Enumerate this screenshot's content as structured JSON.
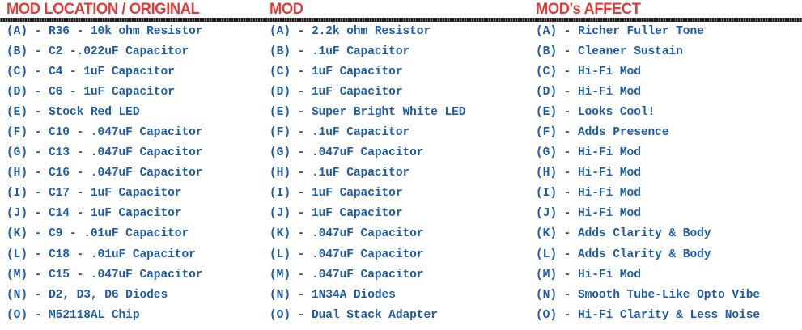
{
  "document": {
    "background_color": "#ffffff",
    "header_color": "#e23a36",
    "body_text_color": "#1d5ca4",
    "rule_color": "#231f20"
  },
  "columns": [
    {
      "header": "MOD LOCATION / ORIGINAL",
      "entries": [
        "(A) - R36 - 10k ohm Resistor",
        "(B) - C2 -.022uF Capacitor",
        "(C) - C4 - 1uF Capacitor",
        "(D) - C6 - 1uF Capacitor",
        "(E) - Stock Red LED",
        "(F) - C10 - .047uF Capacitor",
        "(G) - C13 - .047uF Capacitor",
        "(H) - C16 - .047uF Capacitor",
        "(I) - C17 - 1uF Capacitor",
        "(J) - C14 - 1uF Capacitor",
        "(K) - C9 - .01uF Capacitor",
        "(L) - C18 - .01uF Capacitor",
        "(M) - C15 - .047uF Capacitor",
        "(N) - D2, D3, D6 Diodes",
        "(O) - M52118AL Chip"
      ]
    },
    {
      "header": "MOD",
      "entries": [
        "(A) - 2.2k ohm Resistor",
        "(B) - .1uF Capacitor",
        "(C) - 1uF Capacitor",
        "(D) - 1uF Capacitor",
        "(E) - Super Bright White LED",
        "(F) - .1uF Capacitor",
        "(G) - .047uF Capacitor",
        "(H) - .1uF Capacitor",
        "(I) - 1uF Capacitor",
        "(J) - 1uF Capacitor",
        "(K) - .047uF Capacitor",
        "(L) - .047uF Capacitor",
        "(M) - .047uF Capacitor",
        "(N) - 1N34A Diodes",
        "(O) - Dual Stack Adapter"
      ]
    },
    {
      "header": "MOD's AFFECT",
      "entries": [
        "(A) - Richer Fuller Tone",
        "(B) - Cleaner Sustain",
        "(C) - Hi-Fi Mod",
        "(D) - Hi-Fi Mod",
        "(E) - Looks Cool!",
        "(F) - Adds Presence",
        "(G) - Hi-Fi Mod",
        "(H) - Hi-Fi Mod",
        "(I) - Hi-Fi Mod",
        "(J) - Hi-Fi Mod",
        "(K) - Adds Clarity & Body",
        "(L) - Adds Clarity & Body",
        "(M) - Hi-Fi Mod",
        "(N) - Smooth Tube-Like Opto Vibe",
        "(O) - Hi-Fi Clarity & Less Noise"
      ]
    }
  ]
}
